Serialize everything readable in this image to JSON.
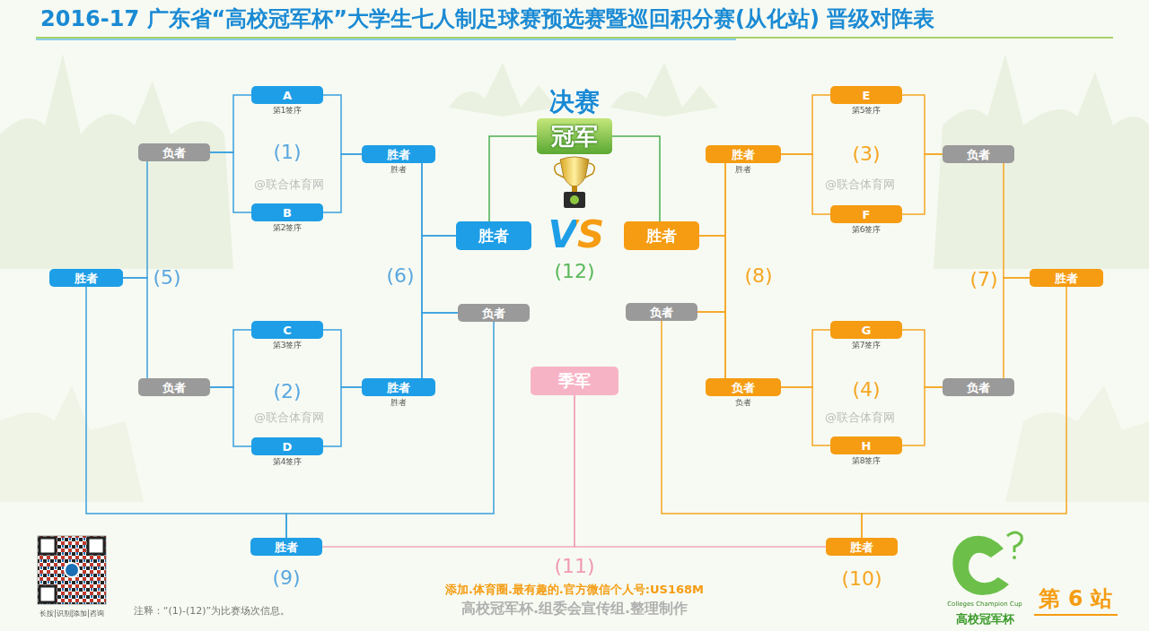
{
  "diagram": {
    "title": "2016-17 广东省“高校冠军杯”大学生七人制足球赛预选赛暨巡回积分赛(从化站) 晋级对阵表",
    "nodes": [
      {
        "text": [
          "A",
          "第1签序"
        ]
      },
      {
        "text": [
          "B",
          "第2签序"
        ]
      },
      {
        "text": [
          "C",
          "第3签序"
        ]
      },
      {
        "text": [
          "D",
          "第4签序"
        ]
      },
      {
        "text": [
          "E",
          "第5签序"
        ]
      },
      {
        "text": [
          "F",
          "第6签序"
        ]
      },
      {
        "text": [
          "G",
          "第7签序"
        ]
      },
      {
        "text": [
          "H",
          "第8签序"
        ]
      },
      {
        "text": [
          "负者"
        ]
      },
      {
        "text": [
          "胜者",
          "胜者"
        ]
      },
      {
        "text": [
          "负者"
        ]
      },
      {
        "text": [
          "胜者",
          "胜者"
        ]
      },
      {
        "text": [
          "胜者"
        ]
      },
      {
        "text": [
          "负者"
        ]
      },
      {
        "text": [
          "胜者"
        ]
      },
      {
        "text": [
          "胜者"
        ]
      },
      {
        "text": [
          "胜者",
          "胜者"
        ]
      },
      {
        "text": [
          "负者"
        ]
      },
      {
        "text": [
          "负者",
          "负者"
        ]
      },
      {
        "text": [
          "负者"
        ]
      },
      {
        "text": [
          "胜者"
        ]
      },
      {
        "text": [
          "负者"
        ]
      },
      {
        "text": [
          "胜者"
        ]
      },
      {
        "text": [
          "胜者"
        ]
      },
      {
        "text": [
          "季军"
        ]
      },
      {
        "text": [
          "决赛",
          "冠军"
        ]
      }
    ],
    "edges": [
      {
        "from": 0,
        "to": 9,
        "arrow": "none"
      },
      {
        "from": 1,
        "to": 9,
        "arrow": "none"
      },
      {
        "from": 0,
        "to": 8,
        "arrow": "none"
      },
      {
        "from": 1,
        "to": 8,
        "arrow": "none"
      },
      {
        "from": 2,
        "to": 11,
        "arrow": "none"
      },
      {
        "from": 3,
        "to": 11,
        "arrow": "none"
      },
      {
        "from": 2,
        "to": 10,
        "arrow": "none"
      },
      {
        "from": 3,
        "to": 10,
        "arrow": "none"
      },
      {
        "from": 4,
        "to": 16,
        "arrow": "none"
      },
      {
        "from": 5,
        "to": 16,
        "arrow": "none"
      },
      {
        "from": 4,
        "to": 17,
        "arrow": "none"
      },
      {
        "from": 5,
        "to": 17,
        "arrow": "none"
      },
      {
        "from": 6,
        "to": 18,
        "arrow": "none"
      },
      {
        "from": 7,
        "to": 18,
        "arrow": "none"
      },
      {
        "from": 6,
        "to": 19,
        "arrow": "none"
      },
      {
        "from": 7,
        "to": 19,
        "arrow": "none"
      },
      {
        "from": 8,
        "to": 12,
        "arrow": "none"
      },
      {
        "from": 10,
        "to": 12,
        "arrow": "none"
      },
      {
        "from": 9,
        "to": 14,
        "arrow": "none"
      },
      {
        "from": 11,
        "to": 14,
        "arrow": "none"
      },
      {
        "from": 9,
        "to": 13,
        "arrow": "none"
      },
      {
        "from": 11,
        "to": 13,
        "arrow": "none"
      },
      {
        "from": 17,
        "to": 20,
        "arrow": "none"
      },
      {
        "from": 19,
        "to": 20,
        "arrow": "none"
      },
      {
        "from": 16,
        "to": 15,
        "arrow": "none"
      },
      {
        "from": 18,
        "to": 15,
        "arrow": "none"
      },
      {
        "from": 16,
        "to": 21,
        "arrow": "none"
      },
      {
        "from": 18,
        "to": 21,
        "arrow": "none"
      },
      {
        "from": 12,
        "to": 22,
        "arrow": "none"
      },
      {
        "from": 13,
        "to": 22,
        "arrow": "none"
      },
      {
        "from": 21,
        "to": 23,
        "arrow": "none"
      },
      {
        "from": 20,
        "to": 23,
        "arrow": "none"
      },
      {
        "from": 14,
        "to": 25,
        "arrow": "none"
      },
      {
        "from": 15,
        "to": 25,
        "arrow": "none"
      },
      {
        "from": 22,
        "to": 24,
        "arrow": "none"
      },
      {
        "from": 23,
        "to": 24,
        "arrow": "none"
      }
    ],
    "labels": [
      "(1)",
      "(2)",
      "(3)",
      "(4)",
      "(5)",
      "(6)",
      "(7)",
      "(8)",
      "(9)",
      "(10)",
      "(11)",
      "(12)",
      "VS",
      "@联合体育网",
      "@联合体育网",
      "@联合体育网",
      "@联合体育网",
      "注释：“(1)-(12)”为比赛场次信息。",
      "添加.体育圈.最有趣的.官方微信个人号:US168M",
      "高校冠军杯.组委会宣传组.整理制作",
      "长按|识别|添加|咨询",
      "Colleges Champion Cup",
      "高校冠军杯",
      "第 6 站"
    ]
  }
}
